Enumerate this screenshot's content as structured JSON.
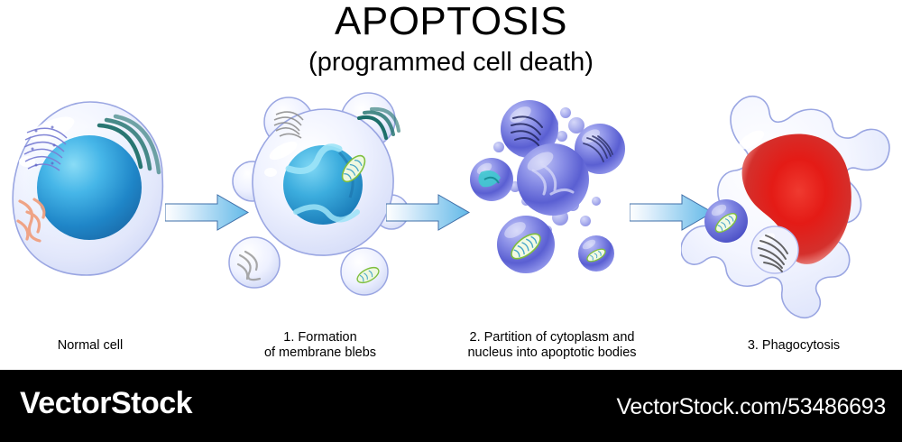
{
  "title": {
    "main": "APOPTOSIS",
    "subtitle": "(programmed cell death)"
  },
  "stages": [
    {
      "id": "normal-cell",
      "caption_lines": [
        "Normal cell"
      ],
      "organelles": [
        "nucleus",
        "endoplasmic-reticulum",
        "golgi-apparatus",
        "mitochondrion",
        "cytoskeleton"
      ]
    },
    {
      "id": "membrane-blebs",
      "caption_lines": [
        "1. Formation",
        "of membrane blebs"
      ],
      "organelles": [
        "fragmenting-nucleus",
        "mitochondrion",
        "golgi-apparatus",
        "endoplasmic-reticulum"
      ]
    },
    {
      "id": "apoptotic-bodies",
      "caption_lines": [
        "2. Partition of cytoplasm and",
        "nucleus into apoptotic bodies"
      ],
      "organelles": [
        "apoptotic-body",
        "nuclear-fragment",
        "mitochondrion",
        "golgi-apparatus"
      ]
    },
    {
      "id": "phagocytosis",
      "caption_lines": [
        "3. Phagocytosis"
      ],
      "organelles": [
        "phagocyte-nucleus",
        "engulfed-body-mitochondrion",
        "engulfed-body-golgi"
      ]
    }
  ],
  "arrows": [
    {
      "id": "arrow-1",
      "direction": "right"
    },
    {
      "id": "arrow-2",
      "direction": "right"
    },
    {
      "id": "arrow-3",
      "direction": "right"
    }
  ],
  "watermark": {
    "logo": "VectorStock",
    "url": "VectorStock.com/53486693"
  },
  "colors": {
    "background": "#ffffff",
    "text": "#000000",
    "membrane_stroke": "#9aa6e2",
    "cytoplasm_light": "#f4f6ff",
    "cytoplasm_mid": "#dde3fa",
    "nucleus_light": "#6fd0f2",
    "nucleus_dark": "#1b7cc2",
    "apoptotic_body_light": "#9ba0ec",
    "apoptotic_body_dark": "#4a4fc4",
    "phagocyte_nucleus": "#e01b18",
    "arrow_light": "#ddeefb",
    "arrow_dark": "#62b9e8",
    "arrow_stroke": "#3f6fa8",
    "mitochondrion_green": "#7fbf3f",
    "golgi_teal": "#1d6f6a",
    "er_salmon": "#f0a080",
    "watermark_bar": "#000000",
    "watermark_text": "#ffffff"
  }
}
